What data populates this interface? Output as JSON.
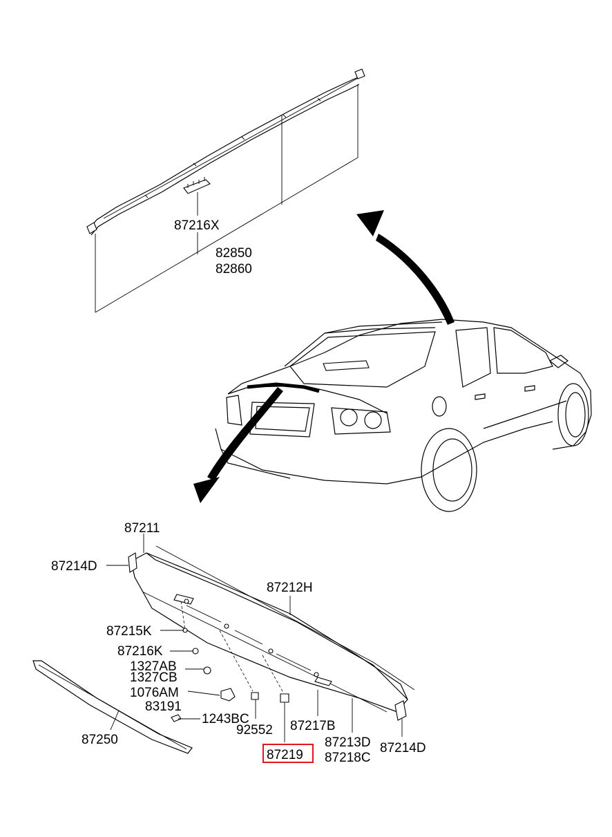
{
  "labels": {
    "p87216X": "87216X",
    "p82850": "82850",
    "p82860": "82860",
    "p87211": "87211",
    "p87214D_left": "87214D",
    "p87212H": "87212H",
    "p87215K": "87215K",
    "p87216K": "87216K",
    "p1327AB": "1327AB",
    "p1327CB": "1327CB",
    "p1076AM": "1076AM",
    "p83191": "83191",
    "p1243BC": "1243BC",
    "p92552": "92552",
    "p87250": "87250",
    "p87217B": "87217B",
    "p87213D": "87213D",
    "p87218C": "87218C",
    "p87214D_right": "87214D",
    "p87219": "87219"
  },
  "highlight": {
    "part": "87219",
    "color": "#e0161b"
  }
}
